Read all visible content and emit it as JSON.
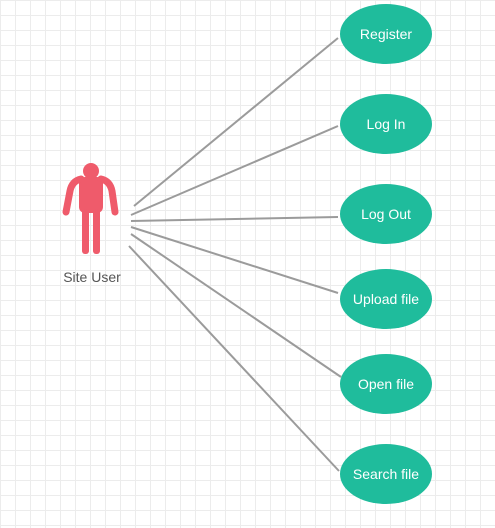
{
  "actor": {
    "label": "Site User",
    "icon": "person-icon",
    "color": "#ef5b6b"
  },
  "use_cases": [
    {
      "label": "Register"
    },
    {
      "label": "Log In"
    },
    {
      "label": "Log Out"
    },
    {
      "label": "Upload file"
    },
    {
      "label": "Open file"
    },
    {
      "label": "Search file"
    }
  ],
  "colors": {
    "usecase_fill": "#1fbc9c",
    "connector": "#9b9b9b"
  }
}
